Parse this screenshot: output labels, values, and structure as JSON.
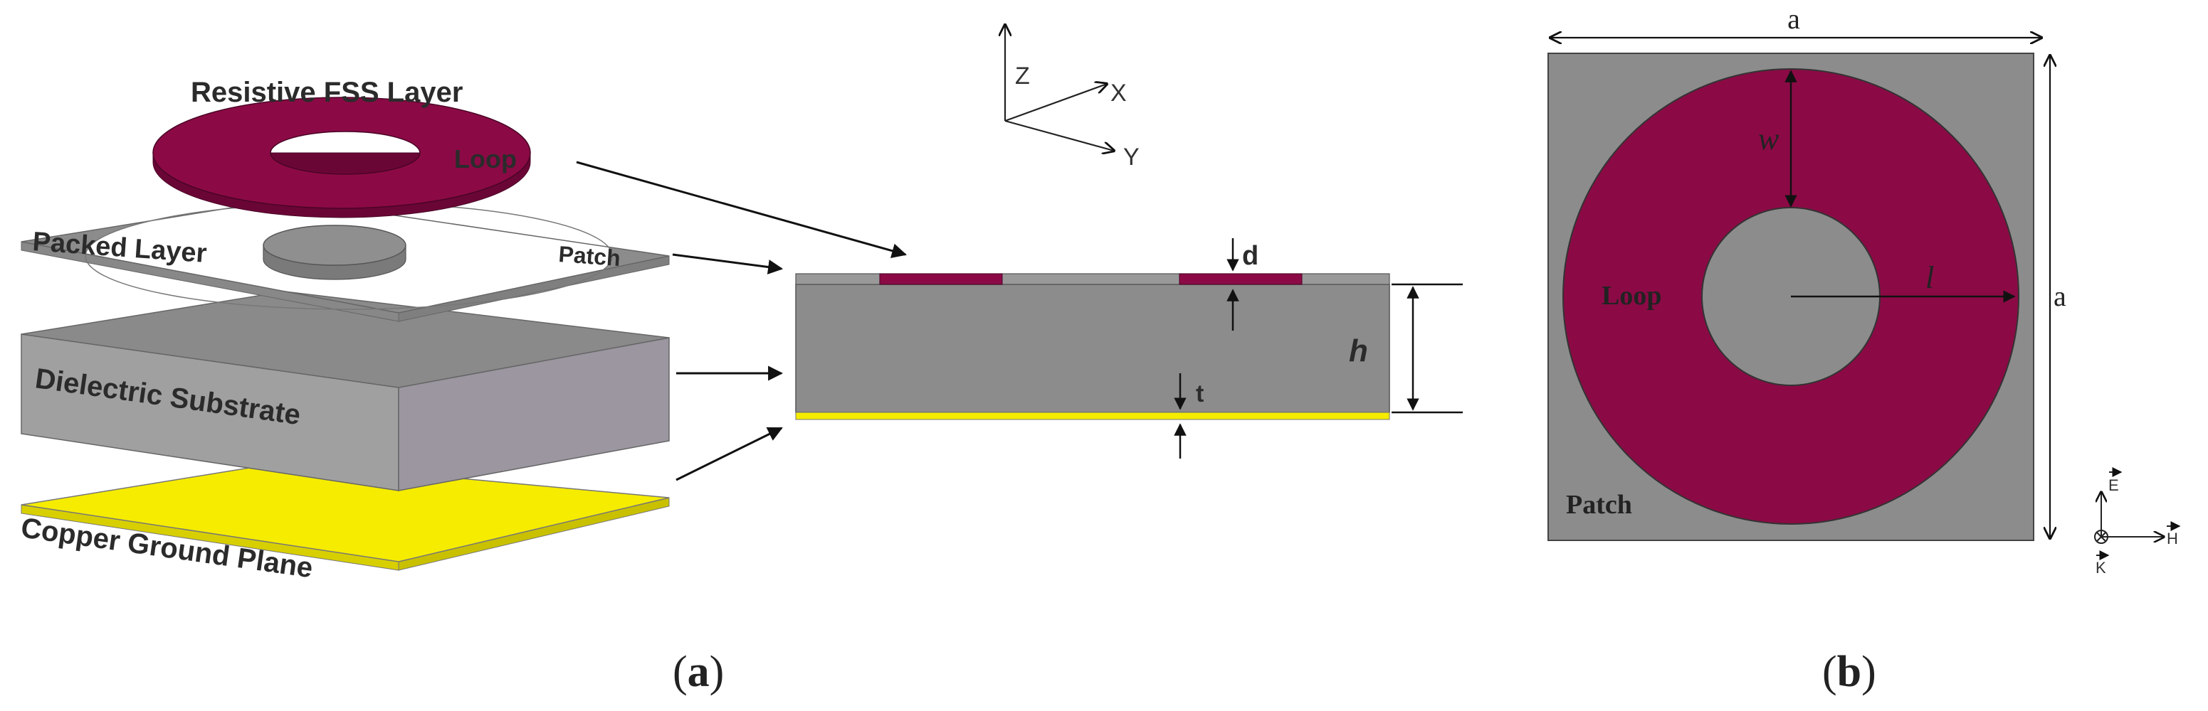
{
  "colors": {
    "loop": "#8b0a45",
    "patch_gray": "#8c8c8c",
    "substrate_front": "#a0a0a0",
    "substrate_top": "#8a8a8a",
    "substrate_side": "#9b96a0",
    "copper": "#f5ec00",
    "background": "#ffffff"
  },
  "panel_a": {
    "labels": {
      "fss_layer": "Resistive FSS Layer",
      "loop": "Loop",
      "packed_layer": "Packed Layer",
      "patch": "Patch",
      "substrate": "Dielectric Substrate",
      "ground": "Copper Ground Plane"
    },
    "axes": {
      "z": "Z",
      "x": "X",
      "y": "Y"
    },
    "dimensions": {
      "d": "d",
      "h": "h",
      "t": "t"
    },
    "caption": {
      "open": "(",
      "letter": "a",
      "close": ")"
    }
  },
  "panel_b": {
    "labels": {
      "loop": "Loop",
      "patch": "Patch"
    },
    "dimensions": {
      "a_top": "a",
      "a_right": "a",
      "w": "w",
      "l": "l"
    },
    "field_vectors": {
      "e": "E",
      "h": "H",
      "k": "K"
    },
    "caption": {
      "open": "(",
      "letter": "b",
      "close": ")"
    }
  }
}
